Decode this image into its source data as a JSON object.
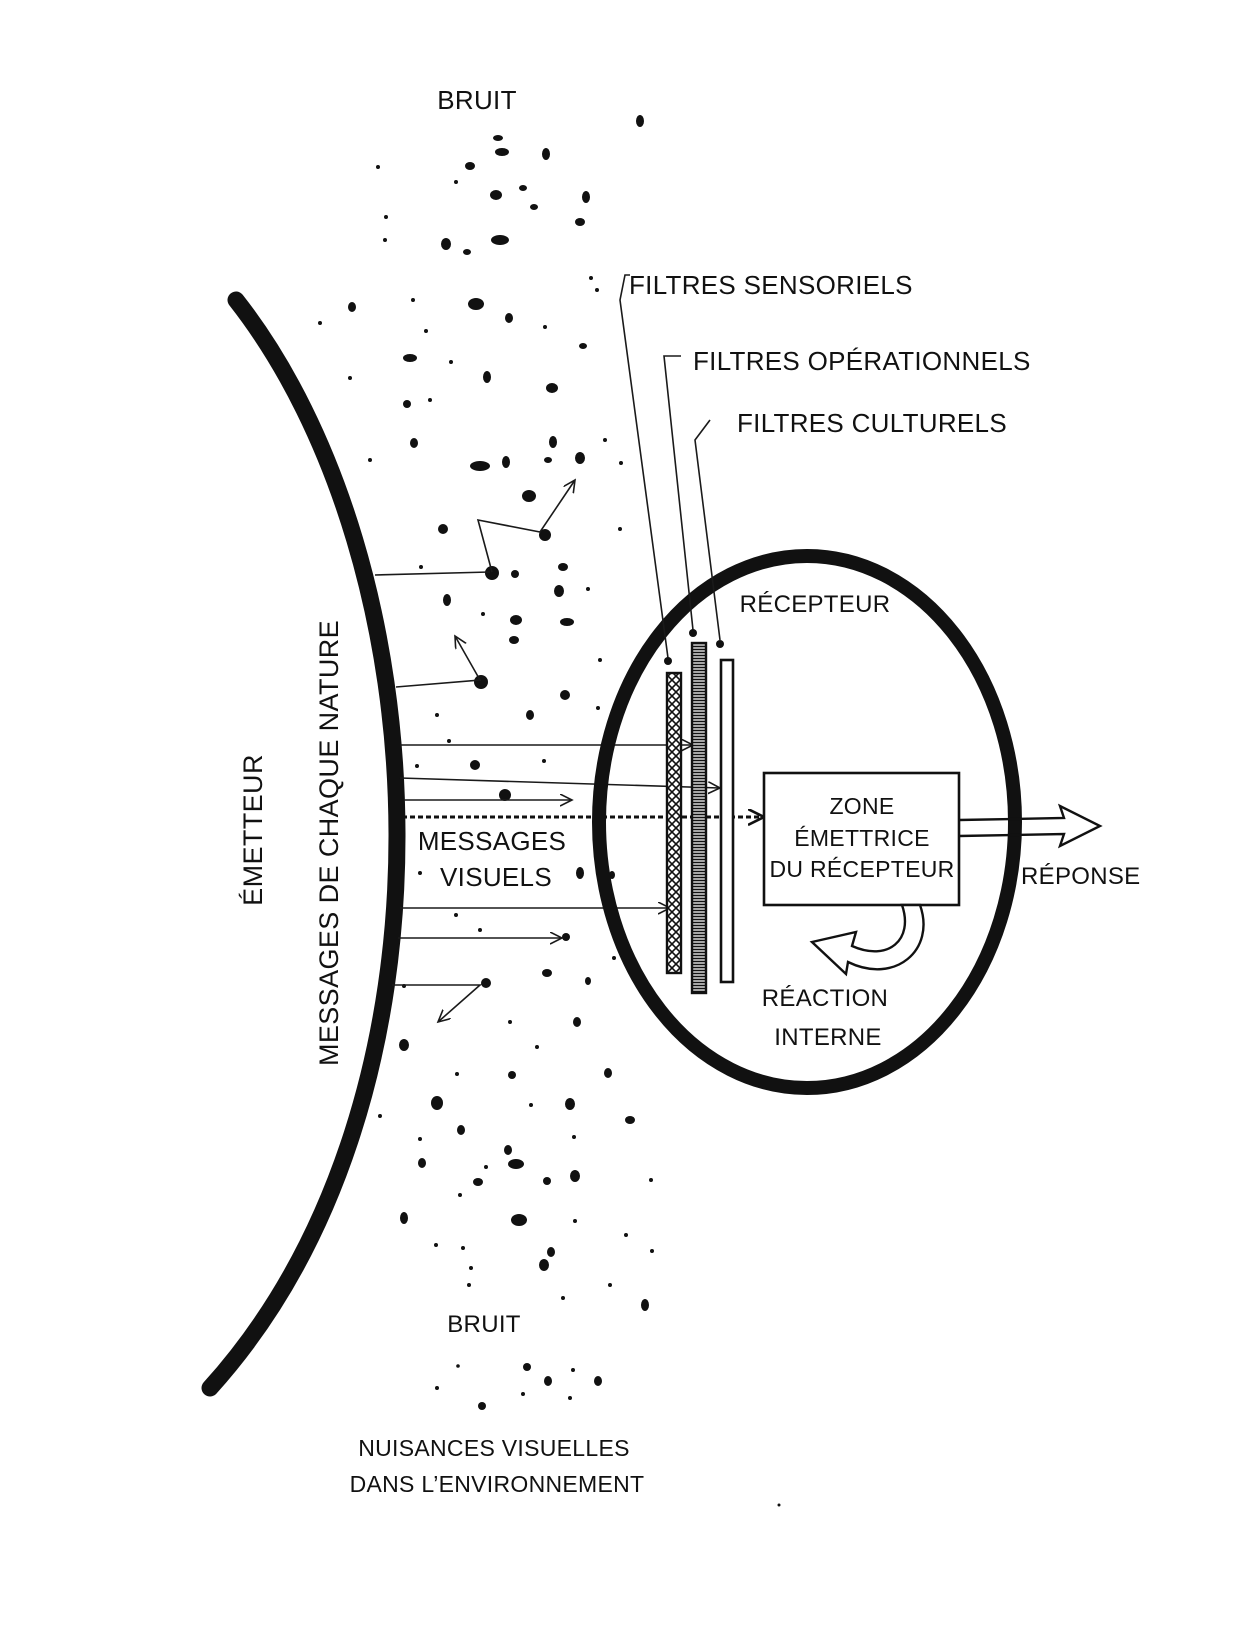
{
  "labels": {
    "noise_top": "BRUIT",
    "noise_bottom": "BRUIT",
    "filters_sensory": "FILTRES SENSORIELS",
    "filters_operational": "FILTRES OPÉRATIONNELS",
    "filters_cultural": "FILTRES CULTURELS",
    "receiver": "RÉCEPTEUR",
    "sender": "ÉMETTEUR",
    "messages_all": "MESSAGES DE CHAQUE NATURE",
    "visual_messages_line1": "MESSAGES",
    "visual_messages_line2": "VISUELS",
    "emitting_zone_line1": "ZONE",
    "emitting_zone_line2": "ÉMETTRICE",
    "emitting_zone_line3": "DU RÉCEPTEUR",
    "response": "RÉPONSE",
    "internal_reaction_line1": "RÉACTION",
    "internal_reaction_line2": "INTERNE",
    "pollution_line1": "NUISANCES VISUELLES",
    "pollution_line2": "DANS L’ENVIRONNEMENT"
  },
  "colors": {
    "ink": "#111111",
    "paper": "#ffffff"
  }
}
